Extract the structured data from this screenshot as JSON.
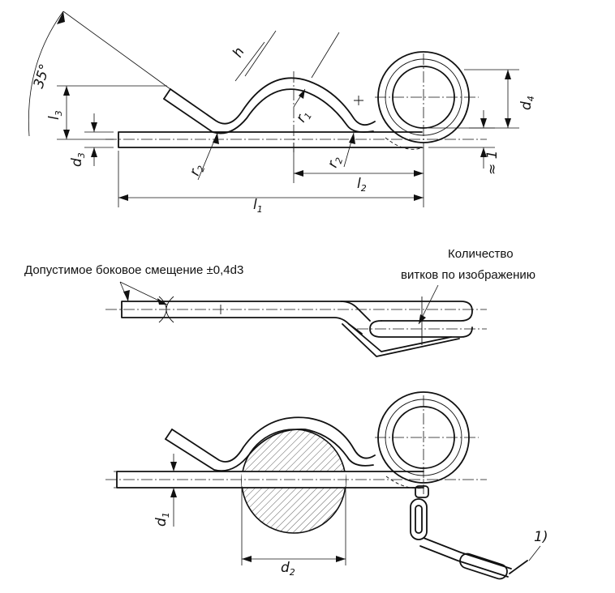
{
  "labels": {
    "angle": "35°",
    "h": "h",
    "r1": "r",
    "r1_sub": "1",
    "r2": "r",
    "r2_sub": "2",
    "l1": "l",
    "l1_sub": "1",
    "l2": "l",
    "l2_sub": "2",
    "l3": "l",
    "l3_sub": "3",
    "d1": "d",
    "d1_sub": "1",
    "d2": "d",
    "d2_sub": "2",
    "d3": "d",
    "d3_sub": "3",
    "d4": "d",
    "d4_sub": "4",
    "gap": "≈ 1",
    "footnote": "1)"
  },
  "notes": {
    "lateral_offset": "Допустимое боковое смещение ±0,4d3",
    "turns_line1": "Количество",
    "turns_line2": "витков по изображению"
  }
}
